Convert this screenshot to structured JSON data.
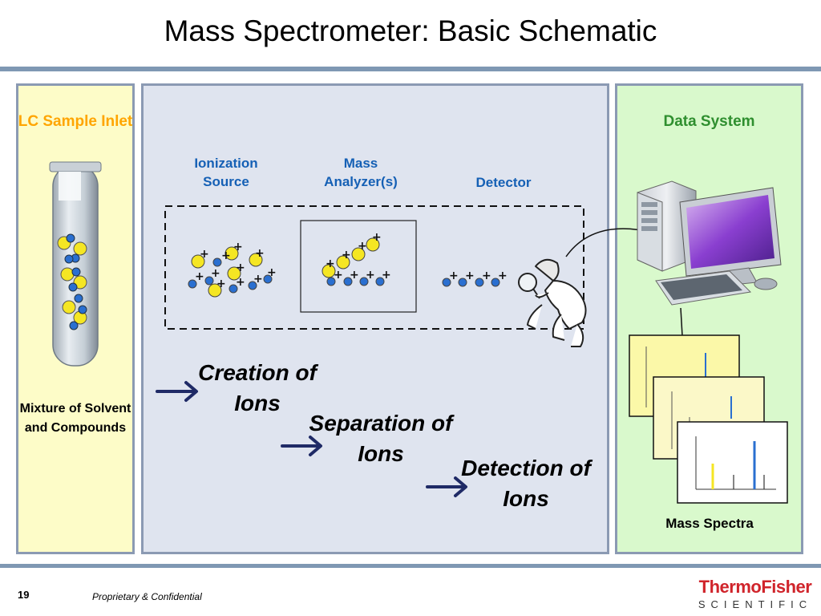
{
  "slide": {
    "title": "Mass Spectrometer: Basic Schematic",
    "page_number": "19",
    "confidentiality": "Proprietary & Confidential"
  },
  "inlet": {
    "label": "LC Sample Inlet",
    "description": "Mixture of Solvent and Compounds"
  },
  "spectrometer": {
    "ionization_label": "Ionization Source",
    "analyzer_label": "Mass Analyzer(s)",
    "detector_label": "Detector",
    "steps": [
      "Creation of Ions",
      "Separation of Ions",
      "Detection of Ions"
    ]
  },
  "data_system": {
    "label": "Data System",
    "spectra_label": "Mass Spectra"
  },
  "logo": {
    "name": "ThermoFisher",
    "subtitle": "SCIENTIFIC"
  },
  "colors": {
    "lc_label": "#ffa500",
    "data_label": "#2f8f2f",
    "section_labels": "#1560b5",
    "arrow": "#1f2a66",
    "ion_blue": "#2a6fd0",
    "ion_yellow": "#f5e623",
    "logo_red": "#d0242b"
  }
}
